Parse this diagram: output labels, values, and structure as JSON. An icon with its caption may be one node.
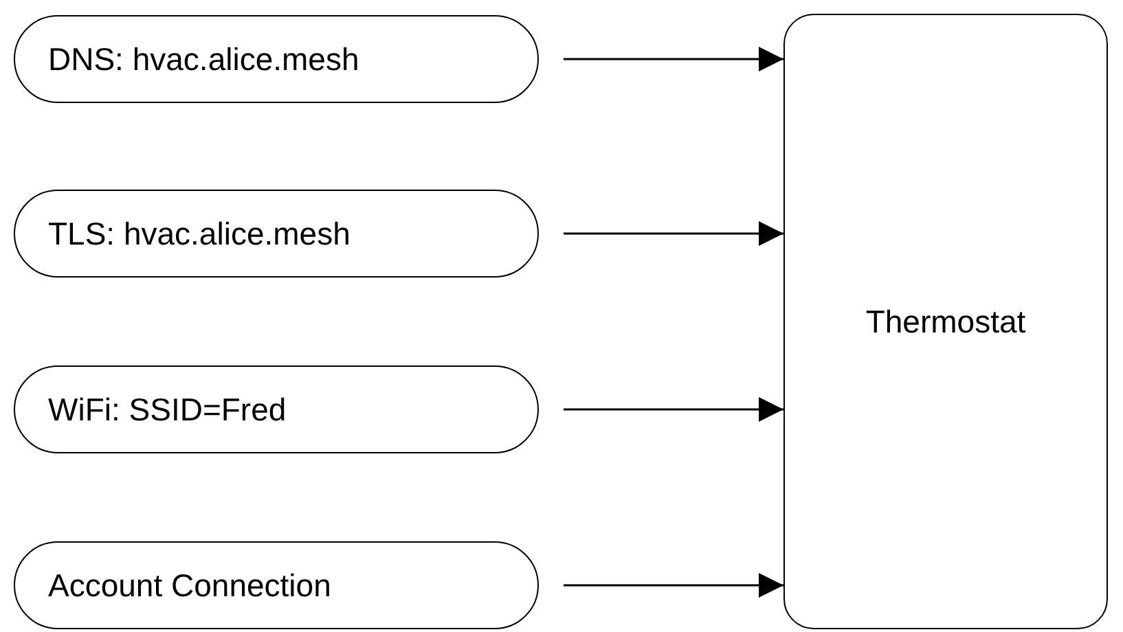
{
  "diagram": {
    "nodes": [
      {
        "text": [
          "DNS: hvac.alice.mesh"
        ]
      },
      {
        "text": [
          "TLS: hvac.alice.mesh"
        ]
      },
      {
        "text": [
          "WiFi: SSID=Fred"
        ]
      },
      {
        "text": [
          "Account Connection"
        ]
      },
      {
        "text": [
          "Thermostat"
        ]
      }
    ],
    "edges": [
      {
        "from": 0,
        "to": 4,
        "arrow": "to"
      },
      {
        "from": 1,
        "to": 4,
        "arrow": "to"
      },
      {
        "from": 2,
        "to": 4,
        "arrow": "to"
      },
      {
        "from": 3,
        "to": 4,
        "arrow": "to"
      }
    ]
  }
}
